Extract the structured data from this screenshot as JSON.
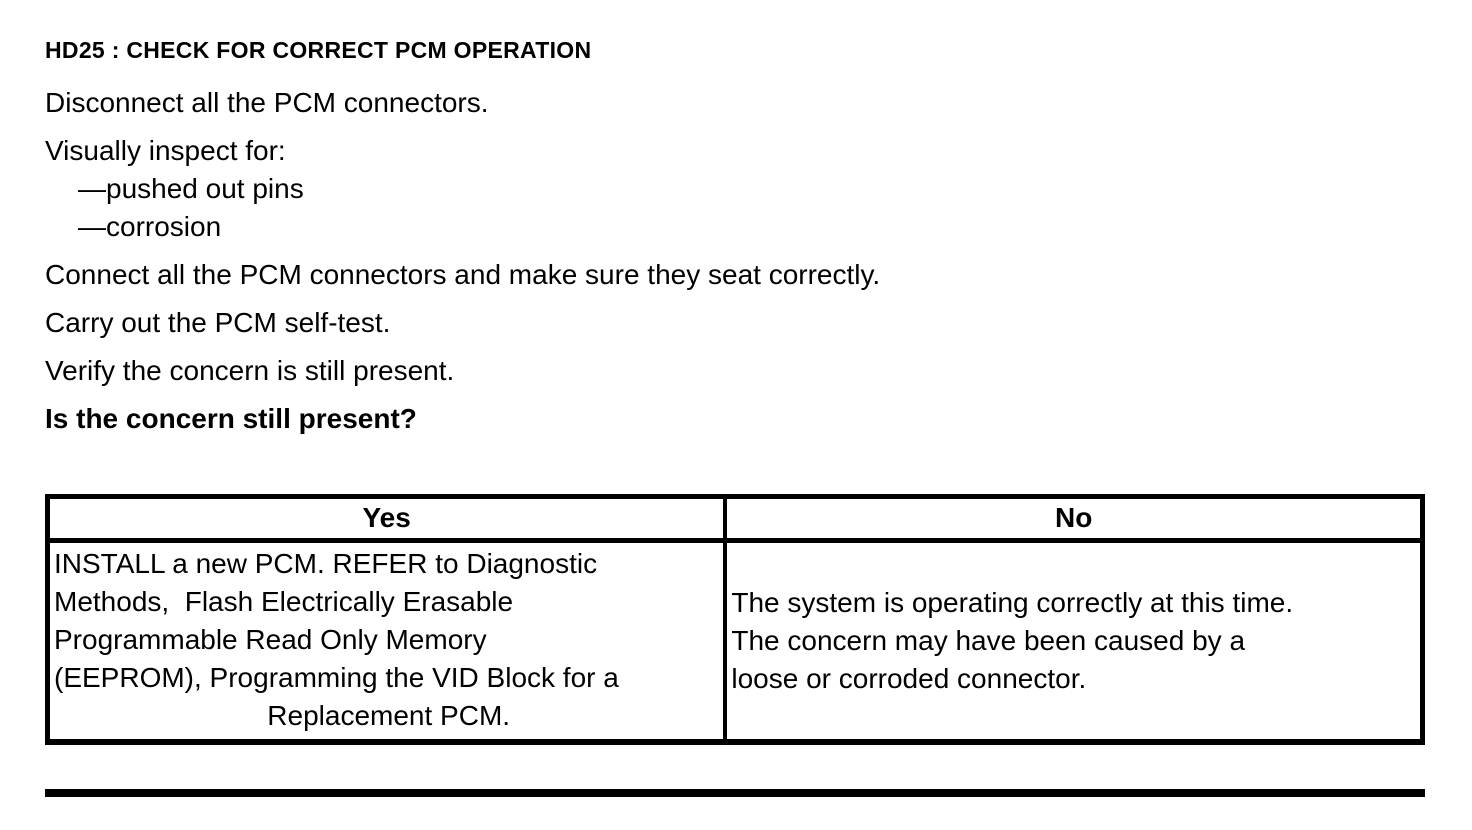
{
  "document": {
    "title": "HD25 : CHECK FOR CORRECT PCM OPERATION",
    "procedure": {
      "step_disconnect": "Disconnect all the PCM connectors.",
      "step_inspect": "Visually inspect for:",
      "inspect_item_pins": "—pushed out pins",
      "inspect_item_corrosion": "—corrosion",
      "step_connect": "Connect all the PCM connectors and make sure they seat correctly.",
      "step_selftest": "Carry out the PCM self-test.",
      "step_verify": "Verify the concern is still present.",
      "question": "Is the concern still present?"
    },
    "results_table": {
      "yes_header": "Yes",
      "no_header": "No",
      "yes_lines": [
        "INSTALL a new PCM. REFER to Diagnostic",
        "Methods,  Flash Electrically Erasable",
        "Programmable Read Only Memory",
        "(EEPROM), Programming the VID Block for a",
        "Replacement PCM."
      ],
      "no_lines": [
        "The system is operating correctly at this time.",
        "The concern may have been caused by a",
        "loose or corroded connector."
      ]
    }
  }
}
